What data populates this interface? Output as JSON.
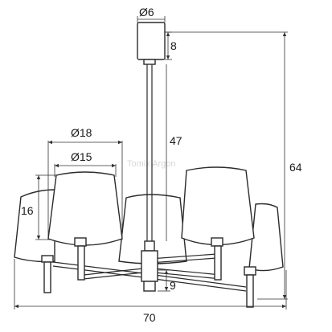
{
  "dimensions": {
    "canopy_diameter": "Ø6",
    "canopy_height": "8",
    "rod_length": "47",
    "total_height": "64",
    "shade_top_outer": "Ø18",
    "shade_top_inner": "Ø15",
    "shade_height": "16",
    "hub_height": "9",
    "total_width": "70"
  },
  "watermark": "Tomix Argon"
}
